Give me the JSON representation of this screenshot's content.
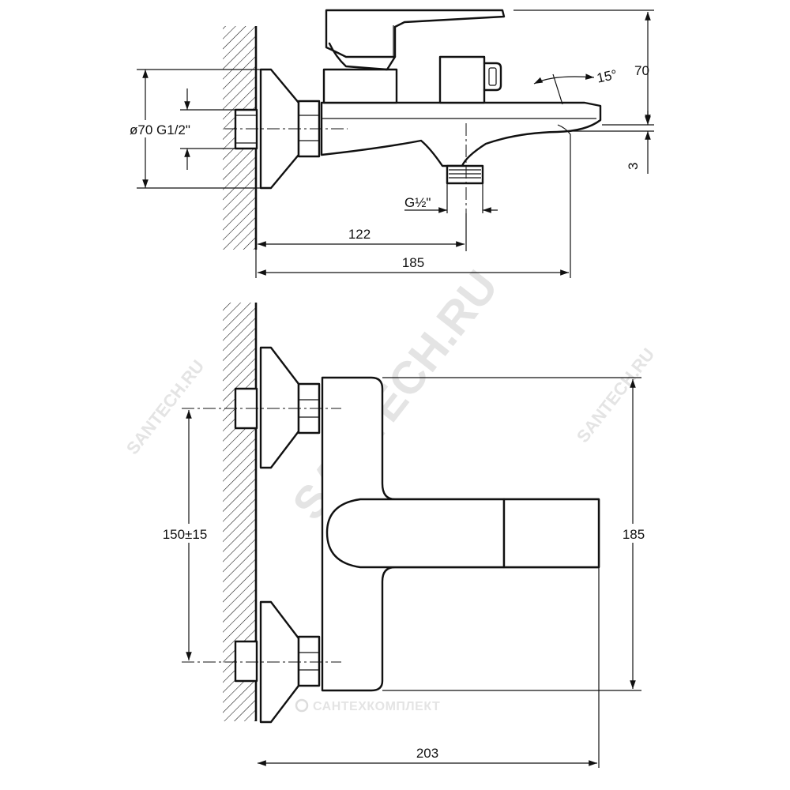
{
  "drawing": {
    "title": "",
    "side_view": {
      "dimensions": {
        "flange_diameter": "ø70 G1/2\"",
        "spout_outlet_thread": "G½\"",
        "depth_to_outlet": "122",
        "overall_depth": "185",
        "height": "70",
        "spout_offset": "3",
        "lever_angle": "15°"
      }
    },
    "top_view": {
      "dimensions": {
        "inlet_spacing": "150±15",
        "body_width": "185",
        "overall_projection": "203"
      }
    },
    "watermarks": {
      "main": "SANTECH.RU",
      "small_left": "SANTECH.RU",
      "small_right": "SANTECH.RU",
      "brand": "САНТЕХКОМПЛЕКТ"
    }
  }
}
